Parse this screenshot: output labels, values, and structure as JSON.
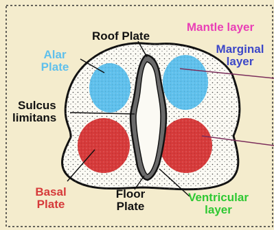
{
  "colors": {
    "background": "#f4eccd",
    "dashed_border": "#333333",
    "outline": "#111111",
    "alar_plate": "#5fc0ec",
    "basal_plate": "#d63a3a",
    "mantle_layer_text": "#e93fb6",
    "marginal_layer_text": "#3c47c8",
    "ventricular_layer_text": "#2ec832",
    "pointer_line": "#7b2d5a",
    "black_text": "#111111"
  },
  "labels": {
    "roof_plate": "Roof Plate",
    "mantle_layer": "Mantle layer",
    "marginal_layer": [
      "Marginal",
      "layer"
    ],
    "alar_plate": [
      "Alar",
      "Plate"
    ],
    "sulcus_limitans": [
      "Sulcus",
      "limitans"
    ],
    "basal_plate": [
      "Basal",
      "Plate"
    ],
    "floor_plate": [
      "Floor",
      "Plate"
    ],
    "ventricular_layer": [
      "Ventricular",
      "layer"
    ]
  }
}
